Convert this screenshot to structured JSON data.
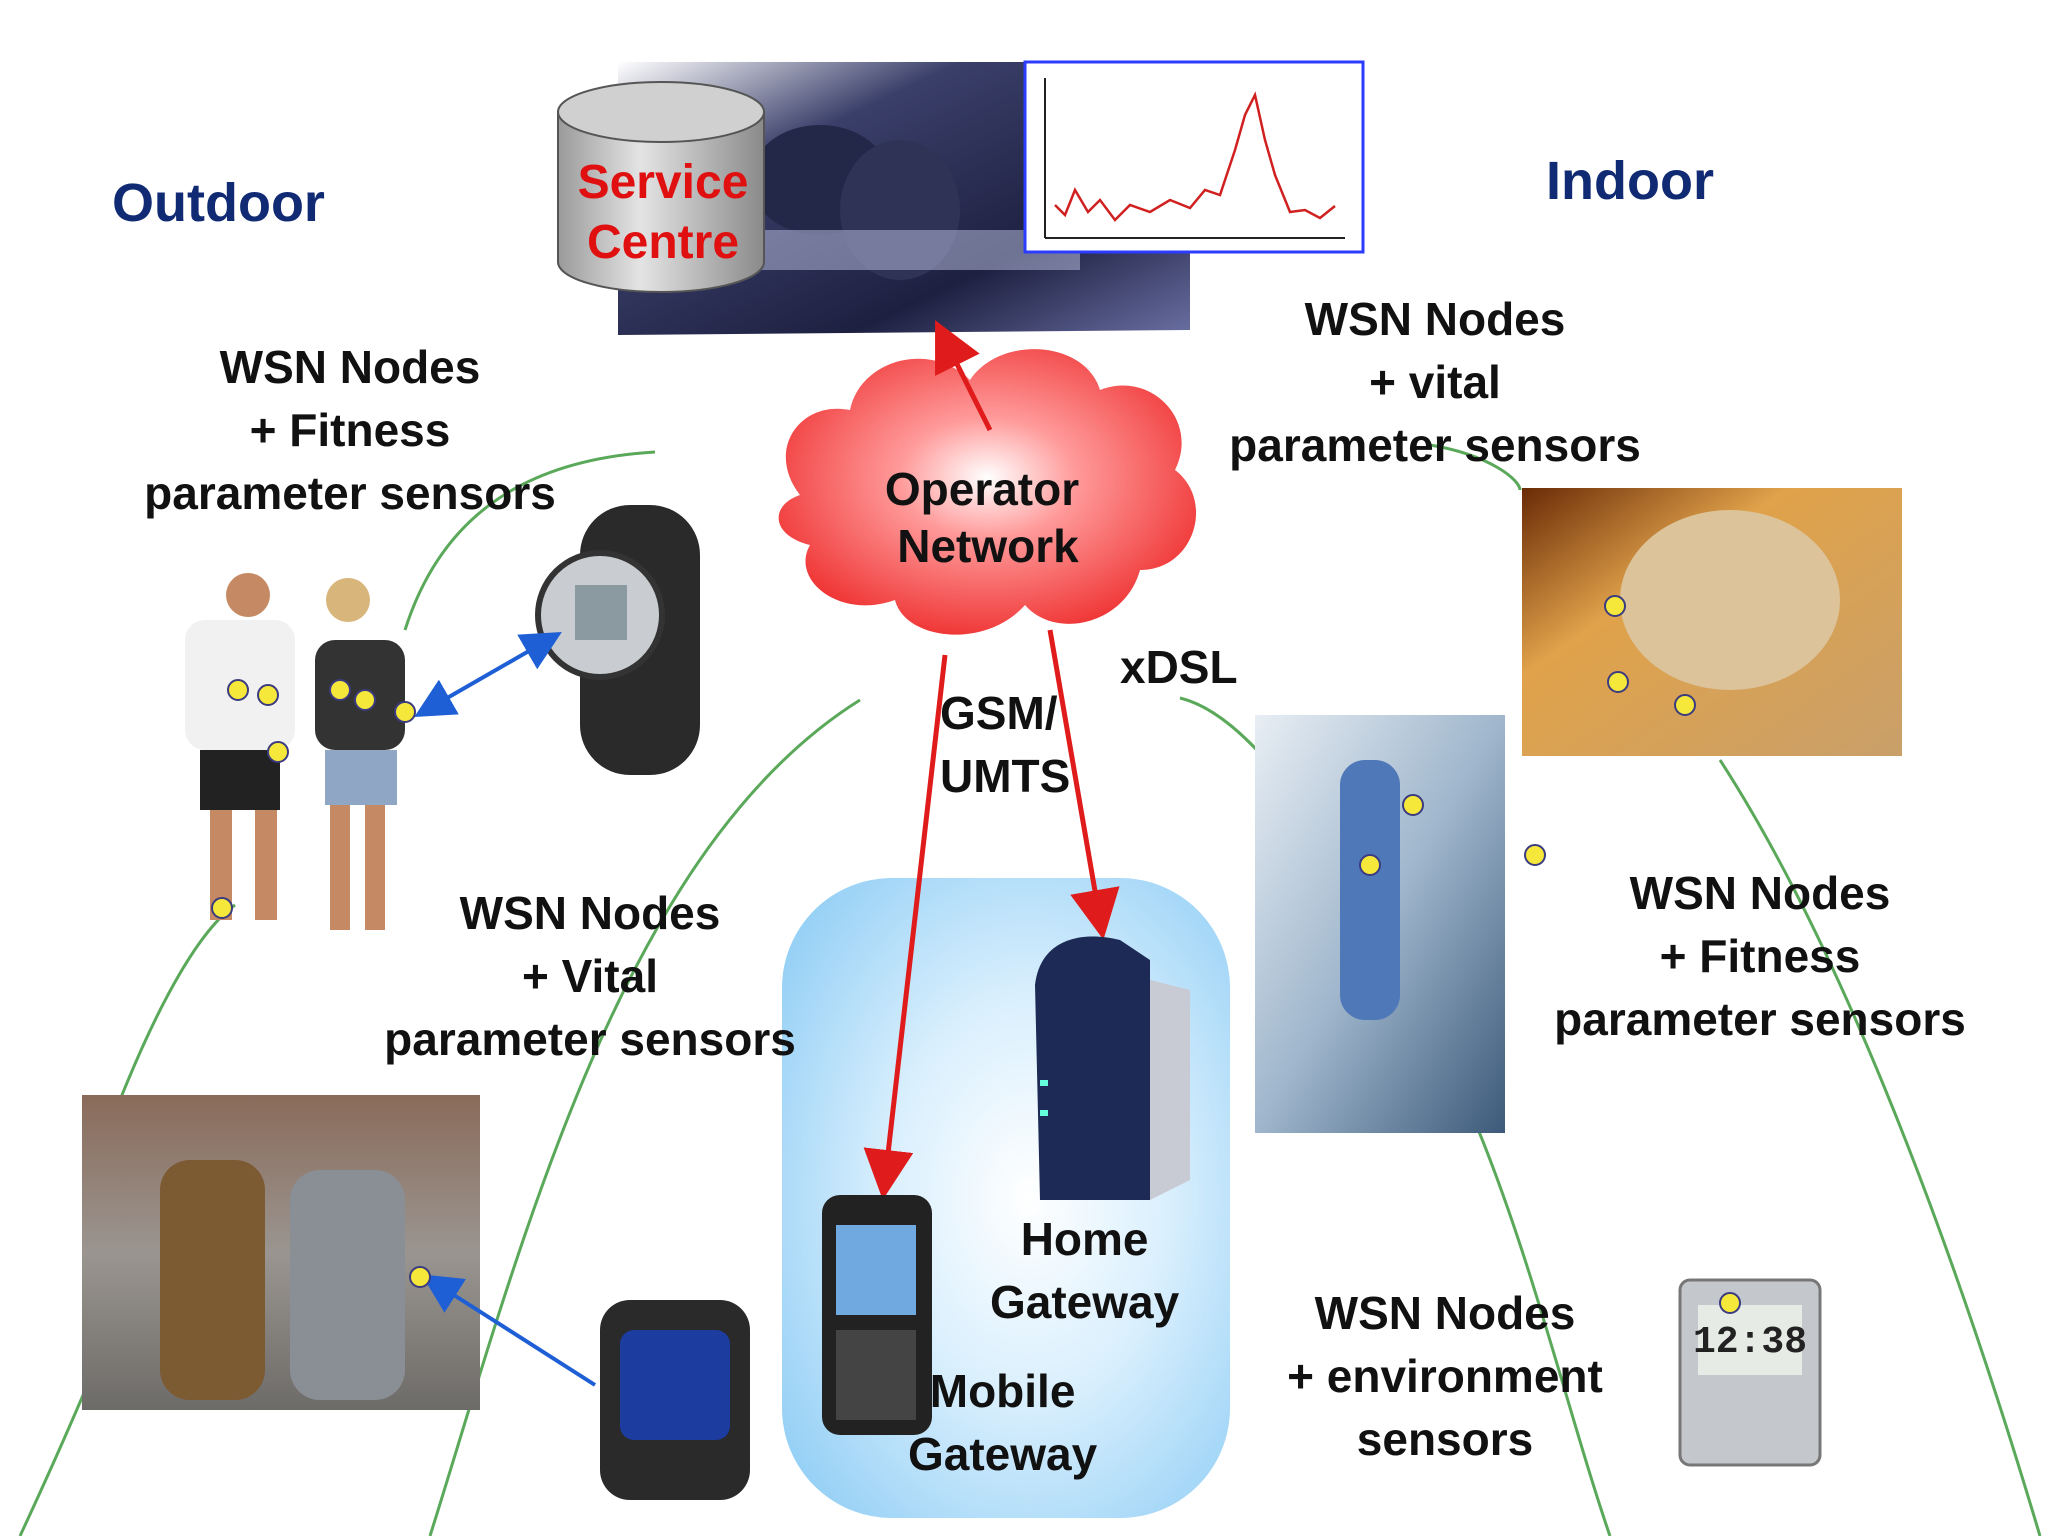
{
  "headings": {
    "outdoor": "Outdoor",
    "indoor": "Indoor"
  },
  "service_centre": [
    "Service",
    "Centre"
  ],
  "operator_network": [
    "Operator",
    "Network"
  ],
  "links": {
    "gsm": [
      "GSM/",
      "UMTS"
    ],
    "xdsl": "xDSL"
  },
  "gateways": {
    "home": [
      "Home",
      "Gateway"
    ],
    "mobile": [
      "Mobile",
      "Gateway"
    ]
  },
  "groups": {
    "outdoor_fitness": [
      "WSN Nodes",
      "+ Fitness",
      "parameter sensors"
    ],
    "outdoor_vital": [
      "WSN Nodes",
      "+ Vital",
      "parameter sensors"
    ],
    "indoor_vital": [
      "WSN Nodes",
      "+ vital",
      "parameter sensors"
    ],
    "indoor_fitness": [
      "WSN Nodes",
      "+ Fitness",
      "parameter sensors"
    ],
    "indoor_environment": [
      "WSN Nodes",
      "+ environment",
      "sensors"
    ]
  },
  "clock_display": "12:38",
  "colors": {
    "heading": "#102a73",
    "cloud": "#ee2b2b",
    "arrow": "#e01b1b",
    "gateway_zone": "#bfe3fb",
    "sensor_dot": "#f6e83a",
    "link_arrow": "#1f5fd6",
    "connector": "#4aa44a"
  }
}
